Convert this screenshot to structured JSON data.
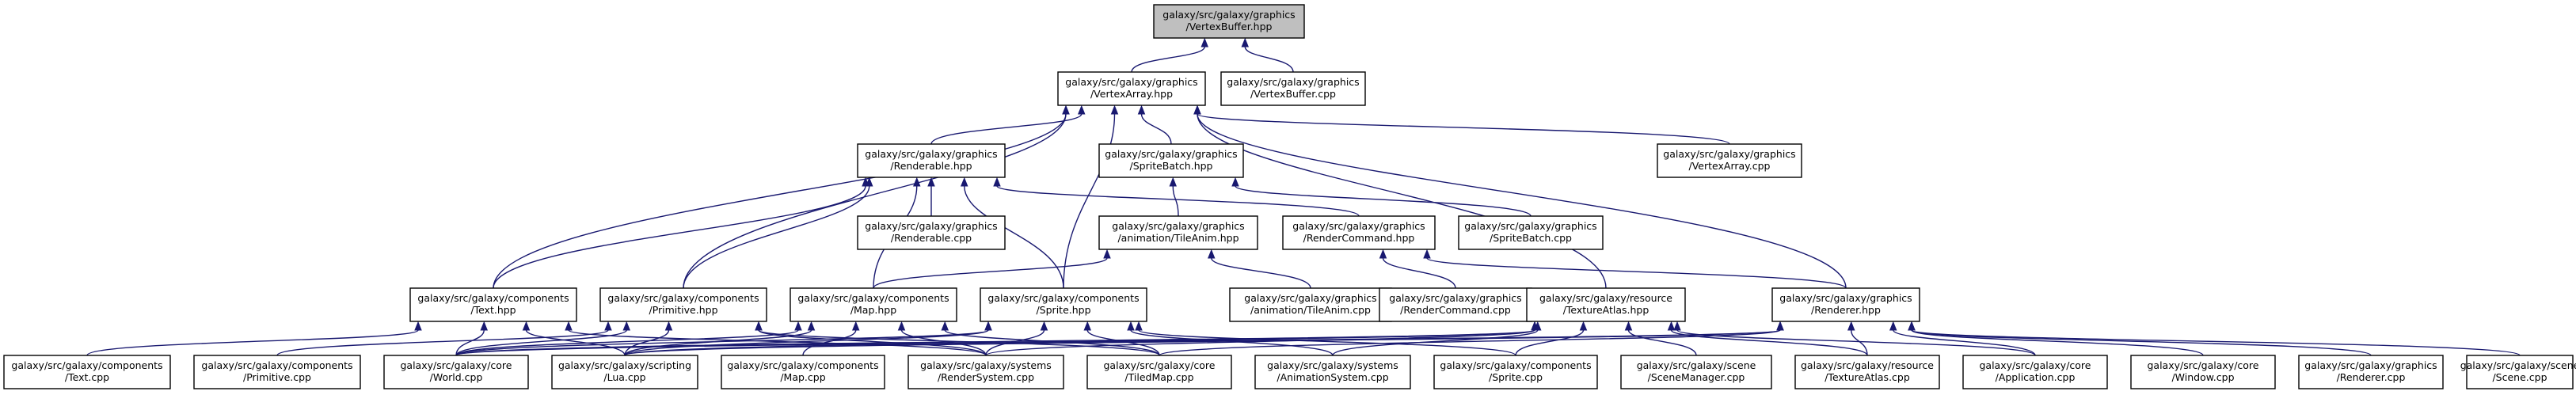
{
  "graph": {
    "edge_color": "#191970",
    "root_fill": "#bfbfbf",
    "nodes": [
      {
        "id": "vb_hpp",
        "lines": [
          "galaxy/src/galaxy/graphics",
          "/VertexBuffer.hpp"
        ],
        "root": true
      },
      {
        "id": "va_hpp",
        "lines": [
          "galaxy/src/galaxy/graphics",
          "/VertexArray.hpp"
        ]
      },
      {
        "id": "vb_cpp",
        "lines": [
          "galaxy/src/galaxy/graphics",
          "/VertexBuffer.cpp"
        ]
      },
      {
        "id": "renderable",
        "lines": [
          "galaxy/src/galaxy/graphics",
          "/Renderable.hpp"
        ]
      },
      {
        "id": "spritebatch",
        "lines": [
          "galaxy/src/galaxy/graphics",
          "/SpriteBatch.hpp"
        ]
      },
      {
        "id": "va_cpp",
        "lines": [
          "galaxy/src/galaxy/graphics",
          "/VertexArray.cpp"
        ]
      },
      {
        "id": "renderable_cpp",
        "lines": [
          "galaxy/src/galaxy/graphics",
          "/Renderable.cpp"
        ]
      },
      {
        "id": "tileanim",
        "lines": [
          "galaxy/src/galaxy/graphics",
          "/animation/TileAnim.hpp"
        ]
      },
      {
        "id": "rendercmd",
        "lines": [
          "galaxy/src/galaxy/graphics",
          "/RenderCommand.hpp"
        ]
      },
      {
        "id": "spritebatch_cpp",
        "lines": [
          "galaxy/src/galaxy/graphics",
          "/SpriteBatch.cpp"
        ]
      },
      {
        "id": "tileanim_cpp",
        "lines": [
          "galaxy/src/galaxy/graphics",
          "/animation/TileAnim.cpp"
        ]
      },
      {
        "id": "rendercmd_cpp",
        "lines": [
          "galaxy/src/galaxy/graphics",
          "/RenderCommand.cpp"
        ]
      },
      {
        "id": "text_hpp",
        "lines": [
          "galaxy/src/galaxy/components",
          "/Text.hpp"
        ]
      },
      {
        "id": "primitive_hpp",
        "lines": [
          "galaxy/src/galaxy/components",
          "/Primitive.hpp"
        ]
      },
      {
        "id": "map_hpp",
        "lines": [
          "galaxy/src/galaxy/components",
          "/Map.hpp"
        ]
      },
      {
        "id": "sprite_hpp",
        "lines": [
          "galaxy/src/galaxy/components",
          "/Sprite.hpp"
        ]
      },
      {
        "id": "atlas_hpp",
        "lines": [
          "galaxy/src/galaxy/resource",
          "/TextureAtlas.hpp"
        ]
      },
      {
        "id": "renderer_hpp",
        "lines": [
          "galaxy/src/galaxy/graphics",
          "/Renderer.hpp"
        ]
      },
      {
        "id": "text_cpp",
        "lines": [
          "galaxy/src/galaxy/components",
          "/Text.cpp"
        ]
      },
      {
        "id": "primitive_cpp",
        "lines": [
          "galaxy/src/galaxy/components",
          "/Primitive.cpp"
        ]
      },
      {
        "id": "world_cpp",
        "lines": [
          "galaxy/src/galaxy/core",
          "/World.cpp"
        ]
      },
      {
        "id": "lua_cpp",
        "lines": [
          "galaxy/src/galaxy/scripting",
          "/Lua.cpp"
        ]
      },
      {
        "id": "map_cpp",
        "lines": [
          "galaxy/src/galaxy/components",
          "/Map.cpp"
        ]
      },
      {
        "id": "rendersys_cpp",
        "lines": [
          "galaxy/src/galaxy/systems",
          "/RenderSystem.cpp"
        ]
      },
      {
        "id": "tiledmap_cpp",
        "lines": [
          "galaxy/src/galaxy/core",
          "/TiledMap.cpp"
        ]
      },
      {
        "id": "animsys_cpp",
        "lines": [
          "galaxy/src/galaxy/systems",
          "/AnimationSystem.cpp"
        ]
      },
      {
        "id": "sprite_cpp",
        "lines": [
          "galaxy/src/galaxy/components",
          "/Sprite.cpp"
        ]
      },
      {
        "id": "scenemgr_cpp",
        "lines": [
          "galaxy/src/galaxy/scene",
          "/SceneManager.cpp"
        ]
      },
      {
        "id": "atlas_cpp",
        "lines": [
          "galaxy/src/galaxy/resource",
          "/TextureAtlas.cpp"
        ]
      },
      {
        "id": "app_cpp",
        "lines": [
          "galaxy/src/galaxy/core",
          "/Application.cpp"
        ]
      },
      {
        "id": "window_cpp",
        "lines": [
          "galaxy/src/galaxy/core",
          "/Window.cpp"
        ]
      },
      {
        "id": "renderer_cpp",
        "lines": [
          "galaxy/src/galaxy/graphics",
          "/Renderer.cpp"
        ]
      },
      {
        "id": "scene_cpp",
        "lines": [
          "galaxy/src/galaxy/scene",
          "/Scene.cpp"
        ]
      }
    ],
    "edges": [
      {
        "from": "va_hpp",
        "to": "vb_hpp"
      },
      {
        "from": "vb_cpp",
        "to": "vb_hpp"
      },
      {
        "from": "renderable",
        "to": "va_hpp"
      },
      {
        "from": "spritebatch",
        "to": "va_hpp"
      },
      {
        "from": "va_cpp",
        "to": "va_hpp"
      },
      {
        "from": "text_hpp",
        "to": "va_hpp"
      },
      {
        "from": "primitive_hpp",
        "to": "va_hpp"
      },
      {
        "from": "sprite_hpp",
        "to": "va_hpp"
      },
      {
        "from": "atlas_hpp",
        "to": "va_hpp"
      },
      {
        "from": "renderer_hpp",
        "to": "va_hpp"
      },
      {
        "from": "renderable_cpp",
        "to": "renderable"
      },
      {
        "from": "rendercmd",
        "to": "renderable"
      },
      {
        "from": "text_hpp",
        "to": "renderable"
      },
      {
        "from": "primitive_hpp",
        "to": "renderable"
      },
      {
        "from": "map_hpp",
        "to": "renderable"
      },
      {
        "from": "sprite_hpp",
        "to": "renderable"
      },
      {
        "from": "tileanim",
        "to": "spritebatch"
      },
      {
        "from": "spritebatch_cpp",
        "to": "spritebatch"
      },
      {
        "from": "tileanim_cpp",
        "to": "tileanim"
      },
      {
        "from": "map_hpp",
        "to": "tileanim"
      },
      {
        "from": "rendercmd_cpp",
        "to": "rendercmd"
      },
      {
        "from": "renderer_hpp",
        "to": "rendercmd"
      },
      {
        "from": "text_cpp",
        "to": "text_hpp"
      },
      {
        "from": "world_cpp",
        "to": "text_hpp"
      },
      {
        "from": "lua_cpp",
        "to": "text_hpp"
      },
      {
        "from": "rendersys_cpp",
        "to": "text_hpp"
      },
      {
        "from": "primitive_cpp",
        "to": "primitive_hpp"
      },
      {
        "from": "world_cpp",
        "to": "primitive_hpp"
      },
      {
        "from": "lua_cpp",
        "to": "primitive_hpp"
      },
      {
        "from": "rendersys_cpp",
        "to": "primitive_hpp"
      },
      {
        "from": "tiledmap_cpp",
        "to": "primitive_hpp"
      },
      {
        "from": "world_cpp",
        "to": "map_hpp"
      },
      {
        "from": "lua_cpp",
        "to": "map_hpp"
      },
      {
        "from": "map_cpp",
        "to": "map_hpp"
      },
      {
        "from": "rendersys_cpp",
        "to": "map_hpp"
      },
      {
        "from": "tiledmap_cpp",
        "to": "map_hpp"
      },
      {
        "from": "world_cpp",
        "to": "sprite_hpp"
      },
      {
        "from": "lua_cpp",
        "to": "sprite_hpp"
      },
      {
        "from": "rendersys_cpp",
        "to": "sprite_hpp"
      },
      {
        "from": "tiledmap_cpp",
        "to": "sprite_hpp"
      },
      {
        "from": "animsys_cpp",
        "to": "sprite_hpp"
      },
      {
        "from": "sprite_cpp",
        "to": "sprite_hpp"
      },
      {
        "from": "world_cpp",
        "to": "atlas_hpp"
      },
      {
        "from": "lua_cpp",
        "to": "atlas_hpp"
      },
      {
        "from": "rendersys_cpp",
        "to": "atlas_hpp"
      },
      {
        "from": "animsys_cpp",
        "to": "atlas_hpp"
      },
      {
        "from": "sprite_cpp",
        "to": "atlas_hpp"
      },
      {
        "from": "scenemgr_cpp",
        "to": "atlas_hpp"
      },
      {
        "from": "atlas_cpp",
        "to": "atlas_hpp"
      },
      {
        "from": "app_cpp",
        "to": "atlas_hpp"
      },
      {
        "from": "world_cpp",
        "to": "renderer_hpp"
      },
      {
        "from": "lua_cpp",
        "to": "renderer_hpp"
      },
      {
        "from": "atlas_cpp",
        "to": "renderer_hpp"
      },
      {
        "from": "app_cpp",
        "to": "renderer_hpp"
      },
      {
        "from": "window_cpp",
        "to": "renderer_hpp"
      },
      {
        "from": "renderer_cpp",
        "to": "renderer_hpp"
      },
      {
        "from": "scene_cpp",
        "to": "renderer_hpp"
      },
      {
        "from": "tiledmap_cpp",
        "to": "renderer_hpp"
      }
    ]
  }
}
